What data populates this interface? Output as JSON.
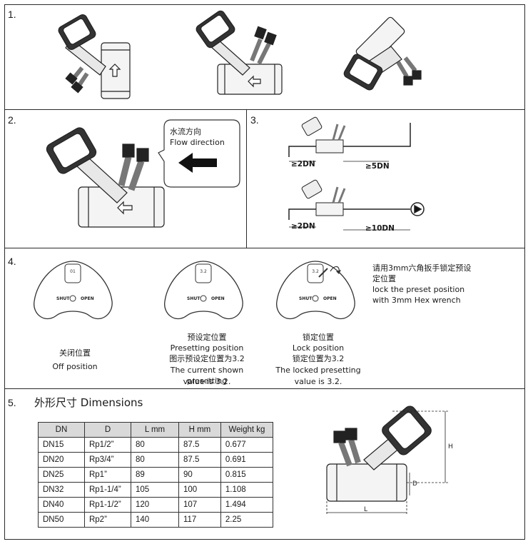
{
  "sections": {
    "s1": {
      "number": "1."
    },
    "s2": {
      "number": "2.",
      "flow_cn": "水流方向",
      "flow_en": "Flow direction"
    },
    "s3": {
      "number": "3.",
      "d1": "≥2DN",
      "d2": "≥5DN",
      "d3": "≥2DN",
      "d4": "≥10DN"
    },
    "s4": {
      "number": "4.",
      "knob_shut": "SHUT",
      "knob_open": "OPEN",
      "off_cn": "关闭位置",
      "off_en": "Off position",
      "preset_cn": "预设定位置",
      "preset_en": "Presetting position",
      "preset_val_cn": "图示预设定位置为3.2",
      "preset_val_en1": "The current shown presetting",
      "preset_val_en2": "value is 3.2.",
      "lock_cn": "锁定位置",
      "lock_en": "Lock position",
      "lock_val_cn": "锁定位置为3.2",
      "lock_val_en1": "The locked presetting",
      "lock_val_en2": "value is 3.2.",
      "note_cn1": "请用3mm六角扳手锁定预设",
      "note_cn2": "定位置",
      "note_en1": "lock the preset position",
      "note_en2": "with 3mm Hex wrench"
    },
    "s5": {
      "number": "5.",
      "title": "外形尺寸  Dimensions",
      "label_h": "H",
      "label_d": "D",
      "label_l": "L"
    }
  },
  "dimensions_table": {
    "headers": [
      "DN",
      "D",
      "L mm",
      "H mm",
      "Weight kg"
    ],
    "rows": [
      [
        "DN15",
        "Rp1/2”",
        "80",
        "87.5",
        "0.677"
      ],
      [
        "DN20",
        "Rp3/4”",
        "80",
        "87.5",
        "0.691"
      ],
      [
        "DN25",
        "Rp1”",
        "89",
        "90",
        "0.815"
      ],
      [
        "DN32",
        "Rp1-1/4”",
        "105",
        "100",
        "1.108"
      ],
      [
        "DN40",
        "Rp1-1/2”",
        "120",
        "107",
        "1.494"
      ],
      [
        "DN50",
        "Rp2”",
        "140",
        "117",
        "2.25"
      ]
    ]
  }
}
